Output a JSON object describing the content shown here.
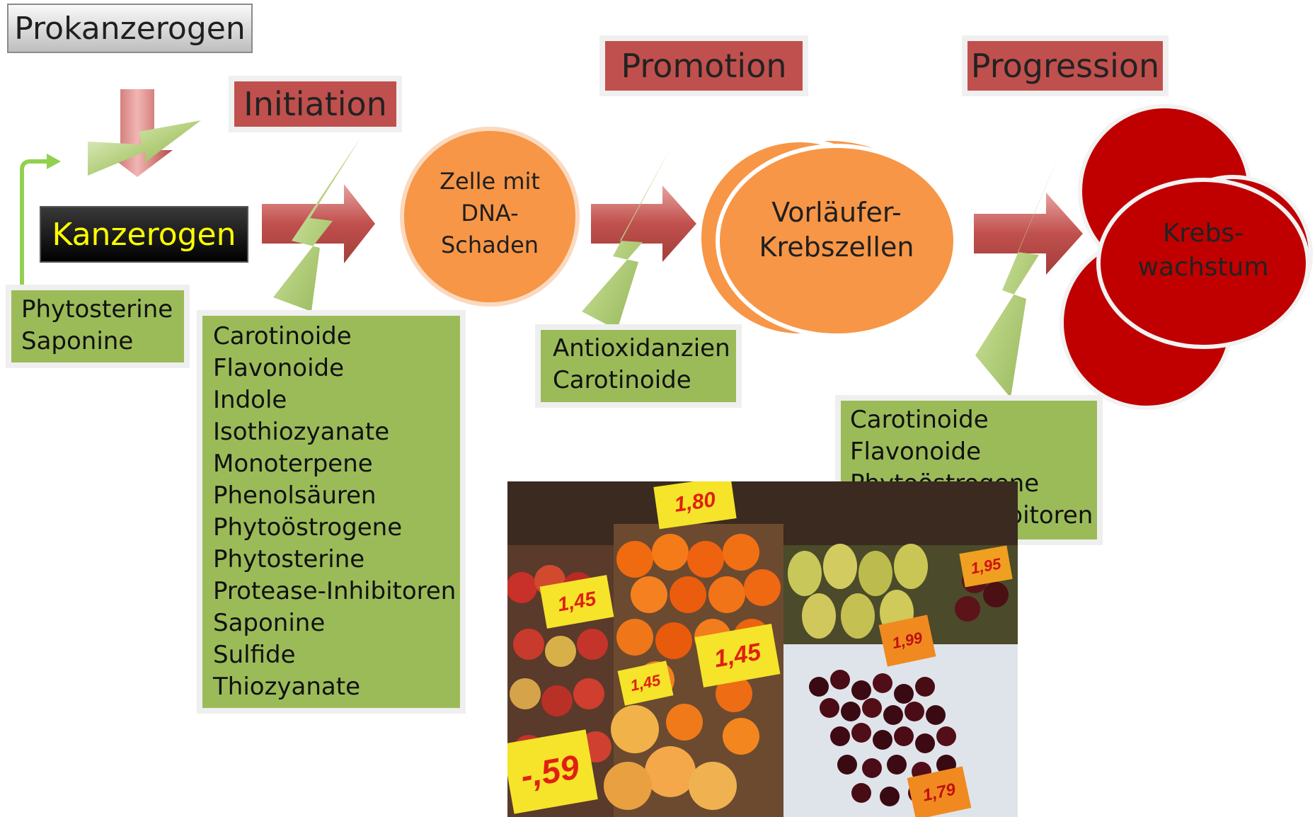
{
  "title": "Prokanzerogen",
  "carcinogen_label": "Kanzerogen",
  "stages": {
    "initiation": "Initiation",
    "promotion": "Promotion",
    "progression": "Progression"
  },
  "cells": {
    "damaged_cell": [
      "Zelle mit",
      "DNA-",
      "Schaden"
    ],
    "precursor_cells": [
      "Vorläufer-",
      "Krebszellen"
    ],
    "cancer_growth": [
      "Krebs-",
      "wachstum"
    ]
  },
  "inhibitor_lists": {
    "activation": [
      "Phytosterine",
      "Saponine"
    ],
    "initiation": [
      "Carotinoide",
      "Flavonoide",
      "Indole",
      "Isothiozyanate",
      "Monoterpene",
      "Phenolsäuren",
      "Phytoöstrogene",
      "Phytosterine",
      "Protease-Inhibitoren",
      "Saponine",
      "Sulfide",
      "Thiozyanate"
    ],
    "promotion": [
      "Antioxidanzien",
      "Carotinoide"
    ],
    "progression": [
      "Carotinoide",
      "Flavonoide",
      "Phytoöstrogene",
      "Protease-Inhibitoren"
    ]
  },
  "photo": {
    "price_tags": [
      "1,80",
      "1,45",
      "1,45",
      "1,45",
      "1,95",
      "1,99",
      "-,59",
      "1,79"
    ]
  },
  "colors": {
    "stage_red": "#c0504d",
    "arrow_red": "#c0504d",
    "inhibitor_green": "#9bbb59",
    "cell_orange": "#f79646",
    "cancer_red": "#c00000",
    "carcinogen_text": "#ffff00"
  }
}
